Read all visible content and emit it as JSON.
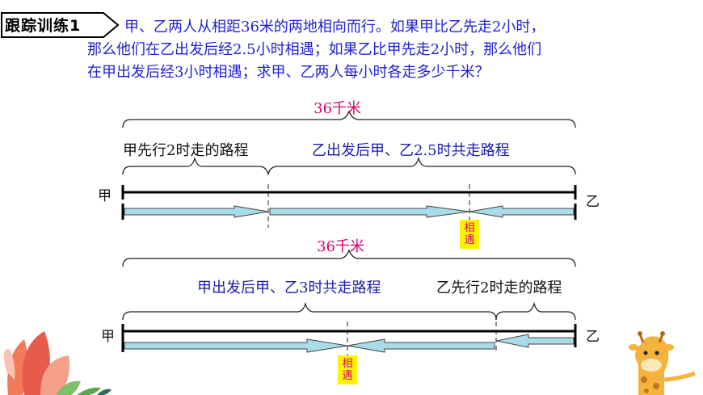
{
  "badge": {
    "label": "跟踪训练1"
  },
  "problem": {
    "line1": "甲、乙两人从相距36米的两地相向而行。如果甲比乙先走2小时，",
    "line2": "那么他们在乙出发后经2.5小时相遇；如果乙比甲先走2小时，那么他们",
    "line3": "在甲出发后经3小时相遇；求甲、乙两人每小时各走多少千米？"
  },
  "diagram1": {
    "total_label": "36千米",
    "seg_a_label": "甲先行2时走的路程",
    "seg_b_label": "乙出发后甲、乙2.5时共走路程",
    "left_end": "甲",
    "right_end": "乙",
    "meet_label": "相遇"
  },
  "diagram2": {
    "total_label": "36千米",
    "seg_a_label": "甲出发后甲、乙3时共走路程",
    "seg_b_label": "乙先行2时走的路程",
    "left_end": "甲",
    "right_end": "乙",
    "meet_label": "相遇"
  },
  "colors": {
    "text_blue": "#1f1fd6",
    "total_magenta": "#d6006e",
    "arrow_fill": "#a8dce8",
    "meet_bg": "#fff200"
  }
}
